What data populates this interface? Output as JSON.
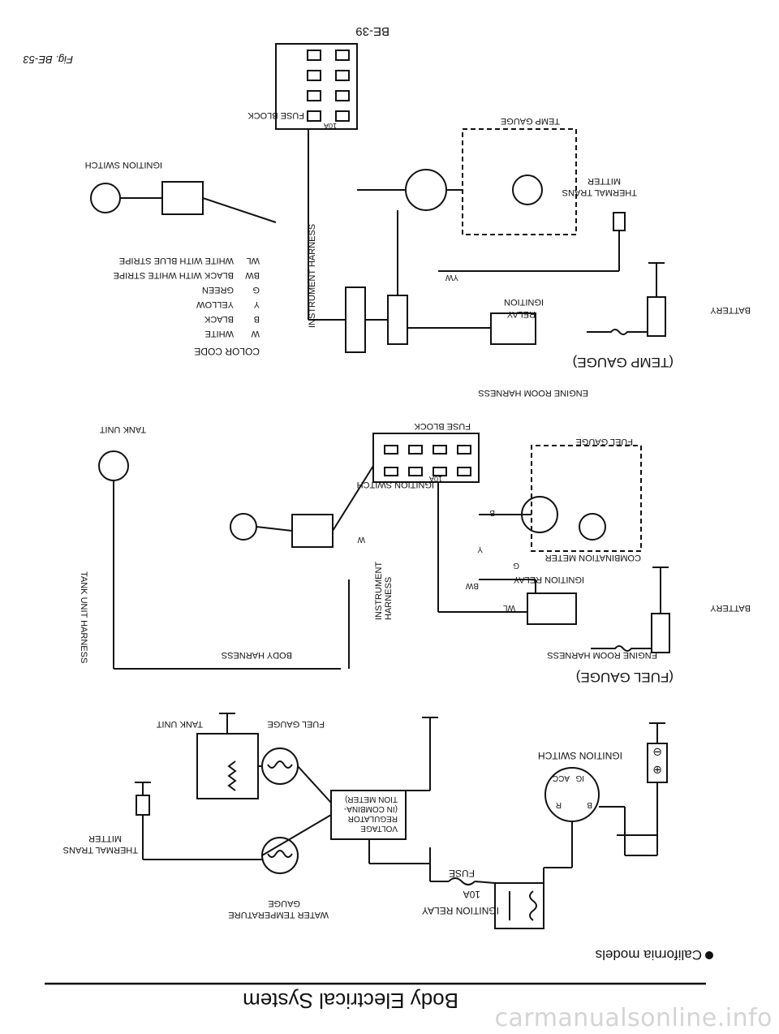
{
  "page": {
    "header_title": "Body Electrical System",
    "page_number": "BE-39",
    "figure_label": "Fig. BE-53",
    "watermark": "carmanualsonline.info"
  },
  "panel_california": {
    "heading": "California models",
    "ignition_relay": "IGNITION RELAY",
    "fuse_amp": "10A",
    "fuse": "FUSE",
    "ignition_switch": "IGNITION SWITCH",
    "switch_terminals": [
      "B",
      "R",
      "IG",
      "ACC"
    ],
    "voltage_regulator": [
      "VOLTAGE",
      "REGULATOR",
      "(IN COMBINA-",
      "TION METER)"
    ],
    "water_temp_gauge": [
      "WATER TEMPERATURE",
      "GAUGE"
    ],
    "fuel_gauge": "FUEL GAUGE",
    "tank_unit": "TANK UNIT",
    "thermal_transmitter": [
      "THERMAL TRANS",
      "MITTER"
    ]
  },
  "panel_fuel_gauge": {
    "title": "(FUEL GAUGE)",
    "engine_room_harness": "ENGINE ROOM HARNESS",
    "body_harness": "BODY HARNESS",
    "battery": "BATTERY",
    "ignition_relay": "IGNITION RELAY",
    "combination_meter": "COMBINATION METER",
    "fuel_gauge": "FUEL GAUGE",
    "instrument_harness": [
      "INSTRUMENT",
      "HARNESS"
    ],
    "ignition_switch": "IGNITION SWITCH",
    "fuse_block": "FUSE BLOCK",
    "fuse_amp": "10A",
    "tank_unit": "TANK UNIT",
    "tank_unit_harness": "TANK UNIT HARNESS"
  },
  "panel_temp_gauge": {
    "title": "(TEMP GAUGE)",
    "engine_room_harness": "ENGINE ROOM HARNESS",
    "battery": "BATTERY",
    "ignition_relay": [
      "RELAY",
      "IGNITION"
    ],
    "thermal_transmitter": [
      "THERMAL TRANS",
      "MITTER"
    ],
    "temp_gauge": "TEMP GAUGE",
    "instrument_harness": "INSTRUMENT HARNESS",
    "ignition_switch": "IGNITION SWITCH",
    "fuse_block": "FUSE BLOCK",
    "fuse_amp": "10A"
  },
  "color_code": {
    "heading": "COLOR CODE",
    "entries": [
      {
        "code": "W",
        "meaning": "WHITE"
      },
      {
        "code": "B",
        "meaning": "BLACK"
      },
      {
        "code": "Y",
        "meaning": "YELLOW"
      },
      {
        "code": "G",
        "meaning": "GREEN"
      },
      {
        "code": "BW",
        "meaning": "BLACK WITH WHITE STRIPE"
      },
      {
        "code": "WL",
        "meaning": "WHITE WITH BLUE STRIPE"
      }
    ]
  },
  "wire_codes": [
    "W",
    "B",
    "Y",
    "G",
    "BW",
    "WL",
    "YW"
  ]
}
